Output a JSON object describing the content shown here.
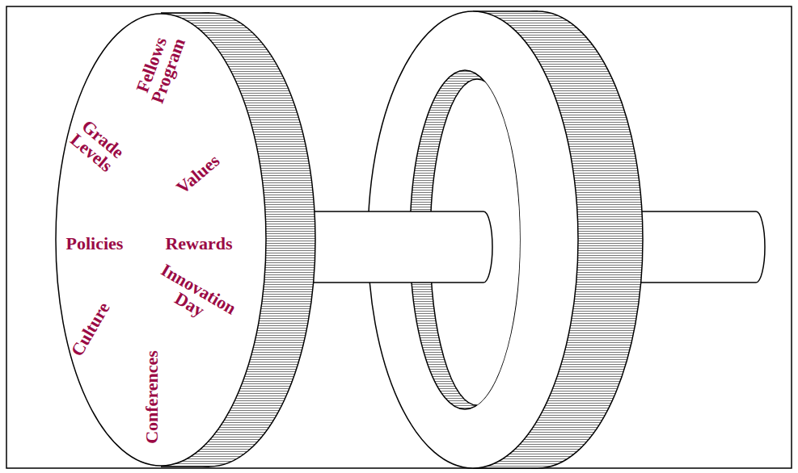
{
  "diagram": {
    "nodes": [
      {
        "text": [
          "Fellows Program",
          "Grade Levels",
          "Values",
          "Policies",
          "Rewards",
          "Innovation Day",
          "Culture",
          "Conferences"
        ]
      }
    ]
  }
}
